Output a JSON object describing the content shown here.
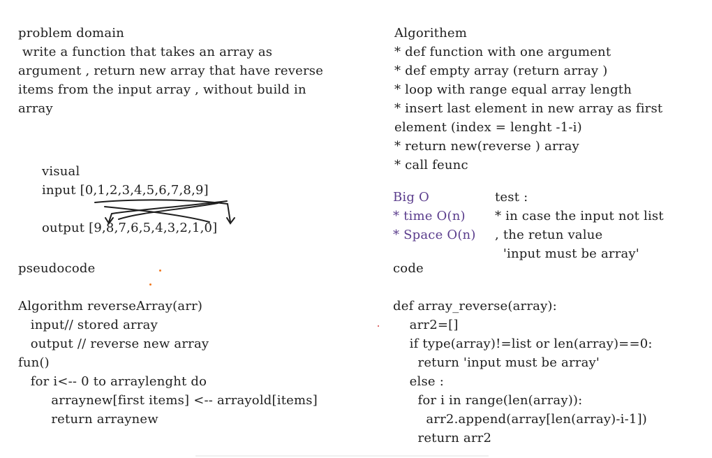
{
  "left": {
    "problem_title": "problem domain",
    "problem_lines": [
      " write a function that takes an array as",
      "argument , return new array that have reverse",
      "items from the input array , without build in",
      "array"
    ],
    "visual_label": "visual",
    "input_line": "input [0,1,2,3,4,5,6,7,8,9]",
    "output_line": "output [9,8,7,6,5,4,3,2,1,0]",
    "pseudocode_title": "pseudocode",
    "pseudo_lines": [
      "Algorithm reverseArray(arr)",
      "   input// stored array",
      "   output // reverse new array",
      "fun()",
      "   for i<-- 0 to arraylenght do",
      "        arraynew[first items] <-- arrayold[items]",
      "        return arraynew"
    ]
  },
  "right": {
    "algorithm_title": "Algorithem",
    "algorithm_lines": [
      "* def function with one argument",
      "* def empty array (return array )",
      "* loop with range equal array length",
      "* insert last element in new array as first",
      "element (index = lenght -1-i)",
      "* return new(reverse ) array",
      "* call feunc"
    ],
    "bigo_lines": [
      "Big O",
      "* time O(n)",
      "* Space O(n)"
    ],
    "test_lines": [
      "test :",
      "* in case the input not list",
      ", the retun value",
      "  'input must be array'"
    ],
    "code_title": "code",
    "code_lines": [
      "def array_reverse(array):",
      "    arr2=[]",
      "    if type(array)!=list or len(array)==0:",
      "      return 'input must be array'",
      "    else :",
      "      for i in range(len(array)):",
      "        arr2.append(array[len(array)-i-1])",
      "      return arr2"
    ]
  },
  "colors": {
    "ink": "#1e1e1e",
    "purple": "#5a3c8c",
    "orange_dot": "#f07820"
  }
}
